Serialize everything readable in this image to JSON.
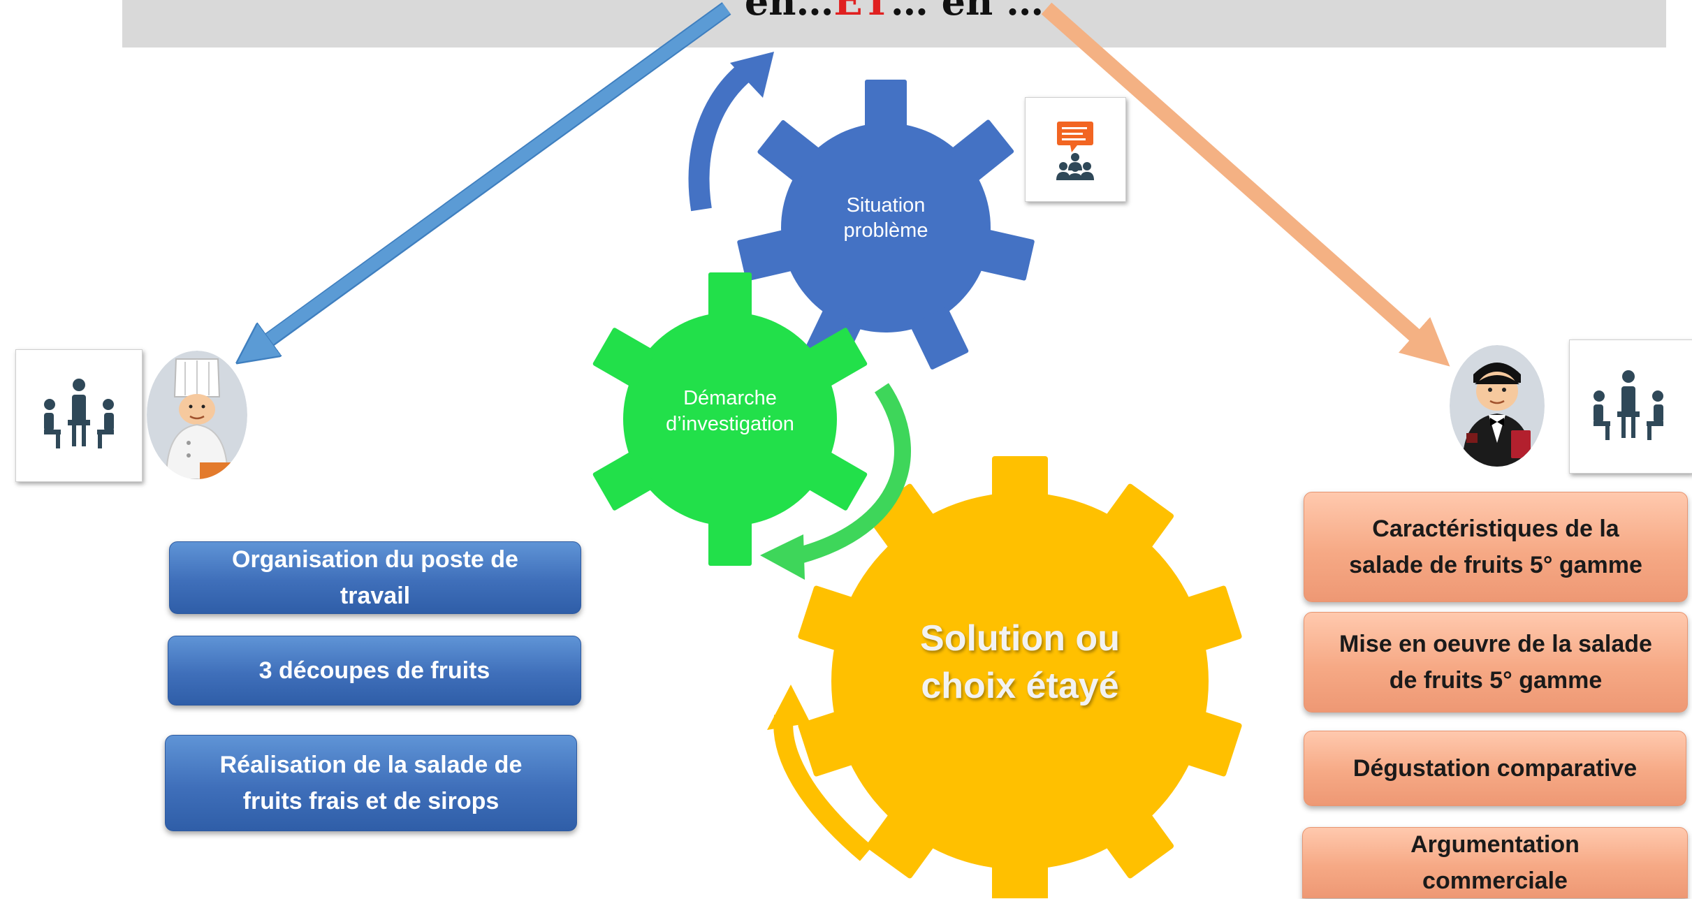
{
  "banner": {
    "title_part1": "en…",
    "title_highlight": "ET",
    "title_part2": "… en …"
  },
  "gears": {
    "situation": {
      "line1": "Situation",
      "line2": "problème"
    },
    "demarche": {
      "line1": "Démarche",
      "line2": "d’investigation"
    },
    "solution": {
      "line1": "Solution ou",
      "line2": "choix étayé"
    }
  },
  "left_panel": {
    "buttons": [
      {
        "line1": "Organisation du poste de",
        "line2": "travail"
      },
      {
        "line1": "3 découpes de fruits",
        "line2": ""
      },
      {
        "line1": "Réalisation  de la salade de",
        "line2": "fruits frais et de sirops"
      }
    ]
  },
  "right_panel": {
    "buttons": [
      {
        "line1": "Caractéristiques de la",
        "line2": "salade de fruits 5° gamme"
      },
      {
        "line1": "Mise en oeuvre de la salade",
        "line2": "de fruits 5° gamme"
      },
      {
        "line1": "Dégustation comparative",
        "line2": ""
      },
      {
        "line1": "Argumentation",
        "line2": "commerciale"
      }
    ]
  },
  "icons": {
    "presentation": "presentation-meeting-icon",
    "team_left": "team-meeting-icon",
    "team_right": "team-meeting-icon",
    "chef": "chef-avatar",
    "waiter": "waiter-avatar"
  },
  "colors": {
    "blue_gear": "#4472c4",
    "green_gear": "#22e04a",
    "yellow_gear": "#ffc000",
    "blue_arrow": "#5b9bd5",
    "orange_arrow": "#f4b183",
    "button_blue": "#4a7fcb",
    "button_salmon": "#f6a985",
    "icon_dark": "#2f4858",
    "icon_orange": "#f26522"
  }
}
